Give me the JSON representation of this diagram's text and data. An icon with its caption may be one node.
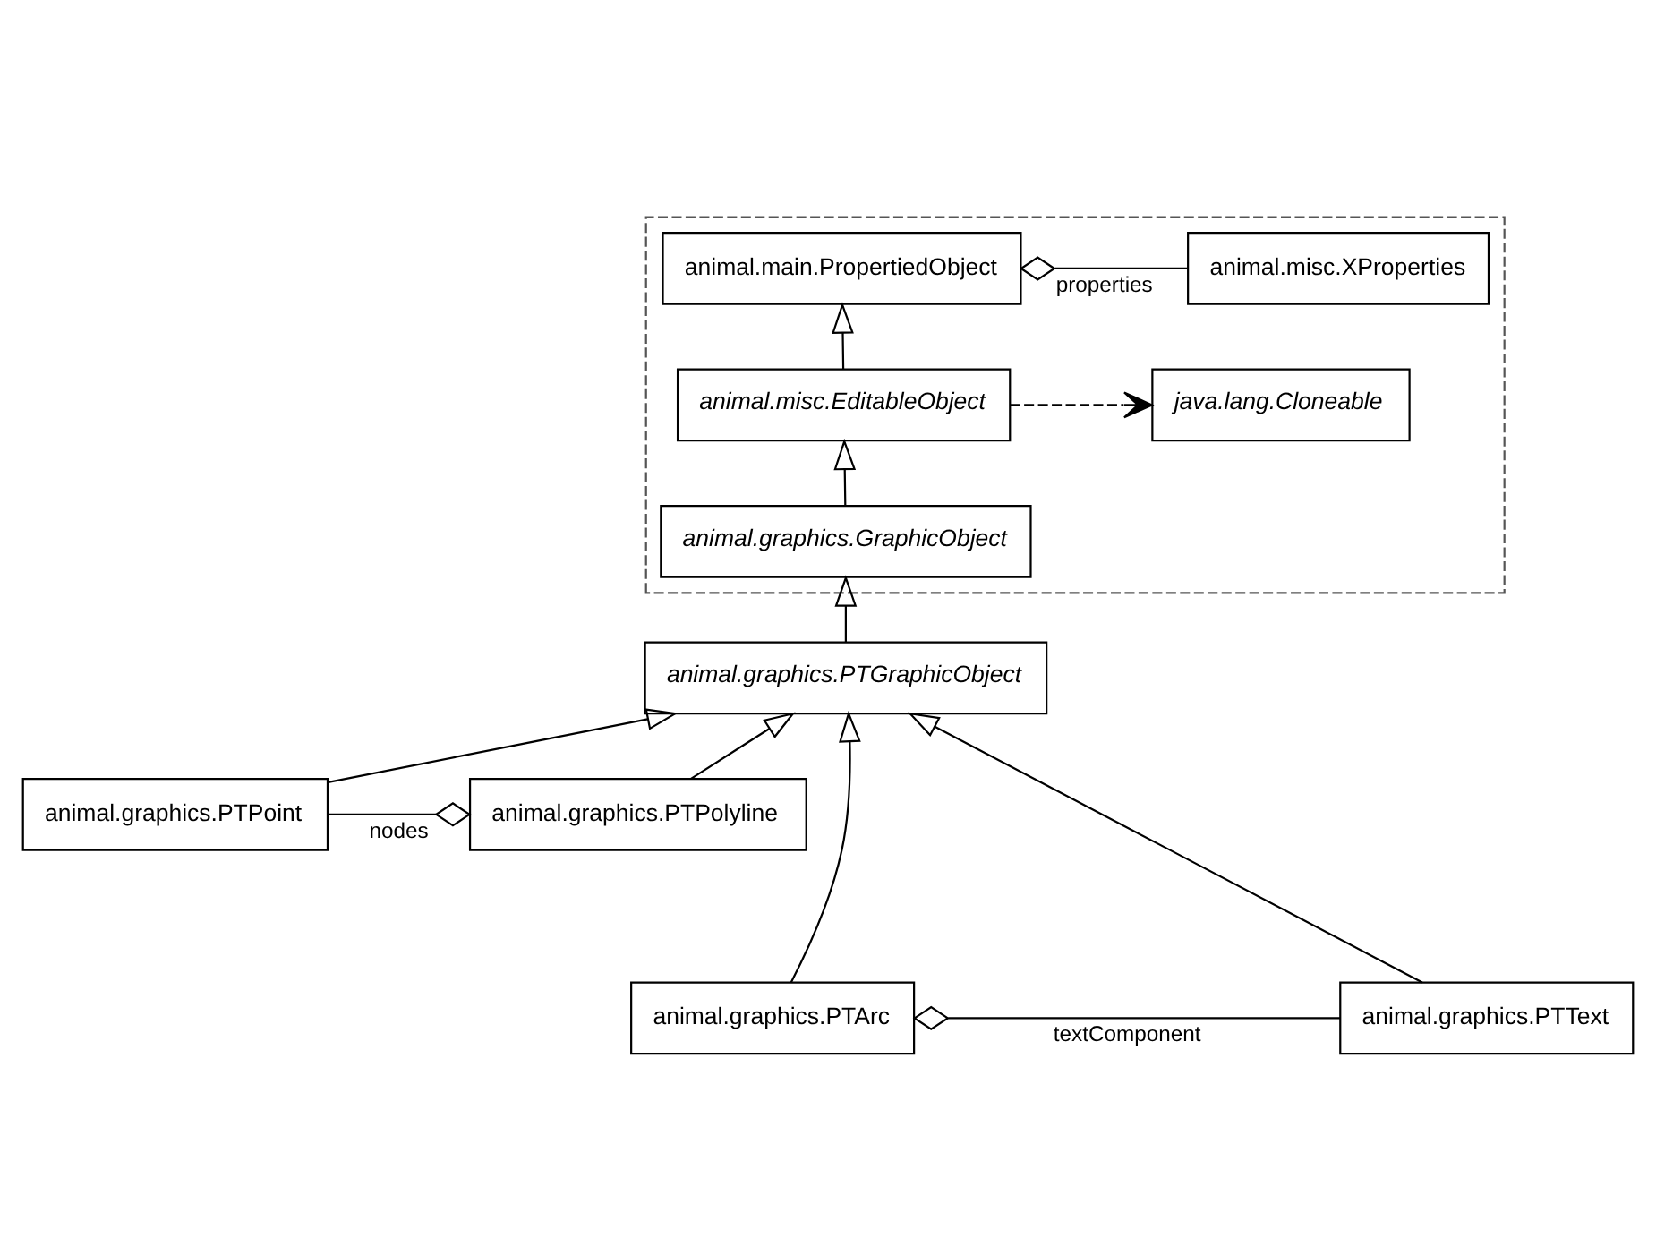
{
  "diagram": {
    "nodes": [
      {
        "text": [],
        "shape": "box"
      },
      {
        "text": [
          "animal.main.PropertiedObject"
        ],
        "in": 0
      },
      {
        "text": [
          "animal.misc.XProperties"
        ],
        "in": 0
      },
      {
        "text": [
          "animal.misc.EditableObject"
        ],
        "in": 0
      },
      {
        "text": [
          "java.lang.Cloneable"
        ],
        "in": 0
      },
      {
        "text": [
          "animal.graphics.GraphicObject"
        ],
        "in": 0
      },
      {
        "text": [
          "animal.graphics.PTGraphicObject"
        ]
      },
      {
        "text": [
          "animal.graphics.PTPoint"
        ]
      },
      {
        "text": [
          "animal.graphics.PTPolyline"
        ]
      },
      {
        "text": [
          "animal.graphics.PTArc"
        ]
      },
      {
        "text": [
          "animal.graphics.PTText"
        ]
      }
    ],
    "edges": [
      {
        "from": 1,
        "to": 2,
        "arrow": "other",
        "label": "properties"
      },
      {
        "from": 3,
        "to": 1,
        "arrow": "to"
      },
      {
        "from": 3,
        "to": 4,
        "arrow": "to",
        "style": "dashed"
      },
      {
        "from": 5,
        "to": 3,
        "arrow": "to"
      },
      {
        "from": 6,
        "to": 5,
        "arrow": "to"
      },
      {
        "from": 7,
        "to": 6,
        "arrow": "to"
      },
      {
        "from": 8,
        "to": 6,
        "arrow": "to"
      },
      {
        "from": 9,
        "to": 6,
        "arrow": "to"
      },
      {
        "from": 10,
        "to": 6,
        "arrow": "to"
      },
      {
        "from": 8,
        "to": 7,
        "arrow": "other",
        "label": "nodes"
      },
      {
        "from": 9,
        "to": 10,
        "arrow": "other",
        "label": "textComponent"
      }
    ]
  }
}
